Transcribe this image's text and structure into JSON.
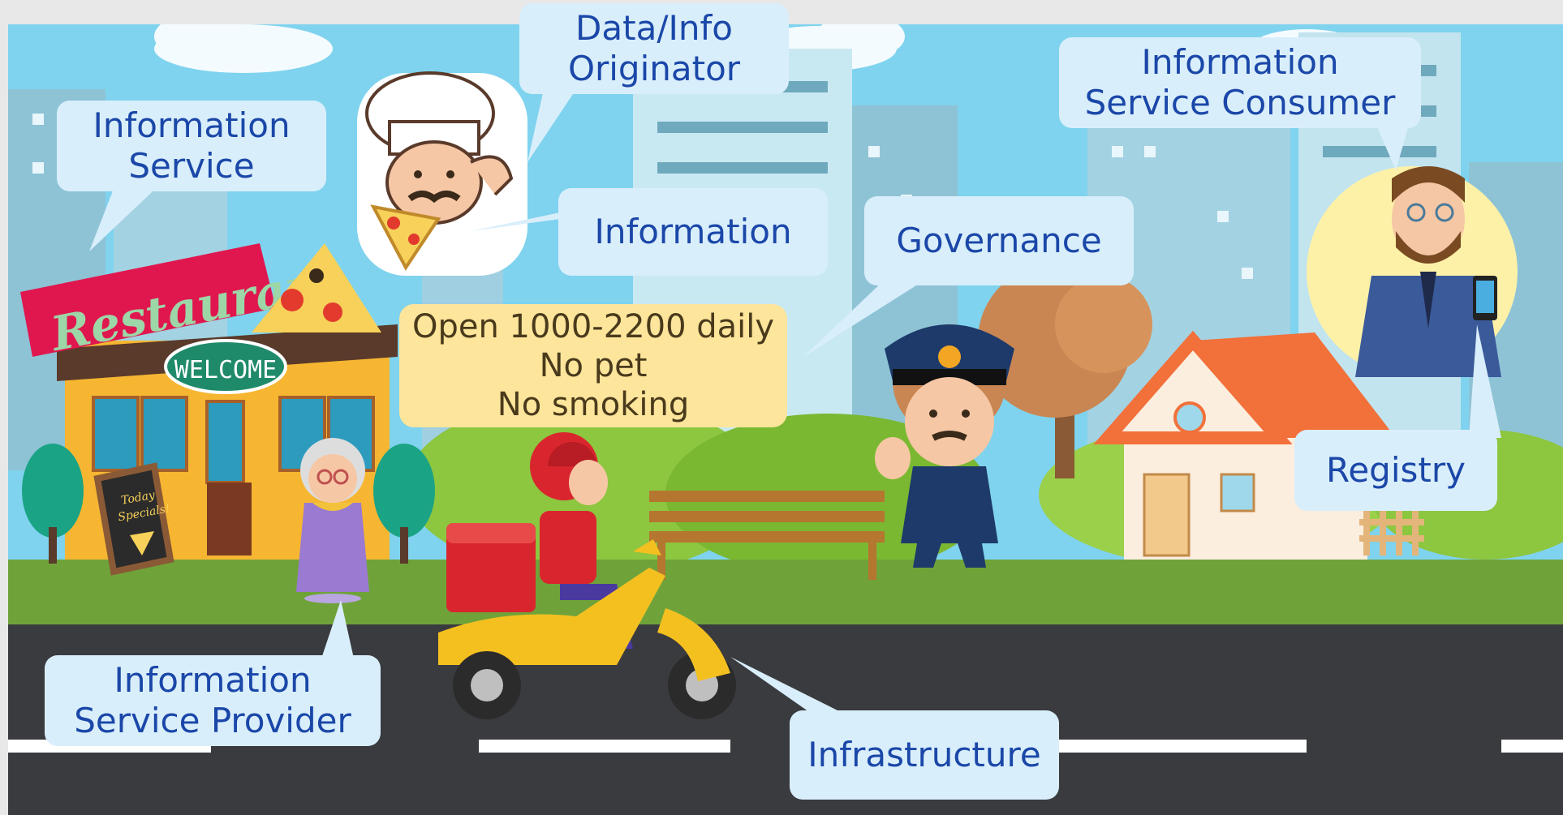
{
  "colors": {
    "sky": "#7fd3ee",
    "callout_bg": "#d9eefb",
    "callout_text": "#1a47a8",
    "notice_bg": "#fde59b",
    "road": "#3a3b3f",
    "grass": "#6fa33a",
    "restaurant_sign": "#e0174f",
    "house_roof": "#f2703a",
    "police_uniform": "#1d3a6b"
  },
  "signage": {
    "restaurant": "Restaurant",
    "welcome": "WELCOME",
    "board_line1": "Today",
    "board_line2": "Specials!"
  },
  "callouts": {
    "information_service": [
      "Information",
      "Service"
    ],
    "data_info_originator": [
      "Data/Info",
      "Originator"
    ],
    "information": [
      "Information"
    ],
    "governance": [
      "Governance"
    ],
    "information_service_consumer": [
      "Information",
      "Service Consumer"
    ],
    "registry": [
      "Registry"
    ],
    "information_service_provider": [
      "Information",
      "Service Provider"
    ],
    "infrastructure": [
      "Infrastructure"
    ]
  },
  "notice": [
    "Open 1000-2200 daily",
    "No pet",
    "No smoking"
  ],
  "characters": {
    "chef": "chef-icon",
    "grandma": "grandma-icon",
    "courier": "scooter-courier-icon",
    "police": "police-officer-icon",
    "consumer": "businessman-icon"
  }
}
